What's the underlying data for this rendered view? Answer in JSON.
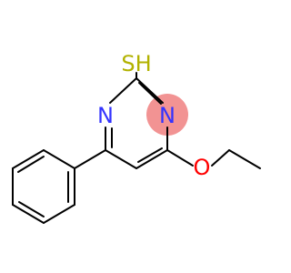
{
  "molecule": {
    "atoms": {
      "sulfur": {
        "label": "SH",
        "color": "#b2b200"
      },
      "nitrogen_left": {
        "label": "N",
        "color": "#3333ff"
      },
      "nitrogen_right": {
        "label": "N",
        "color": "#3333ff"
      },
      "oxygen": {
        "label": "O",
        "color": "#ff0000"
      }
    },
    "highlight_color": "#f08080"
  }
}
